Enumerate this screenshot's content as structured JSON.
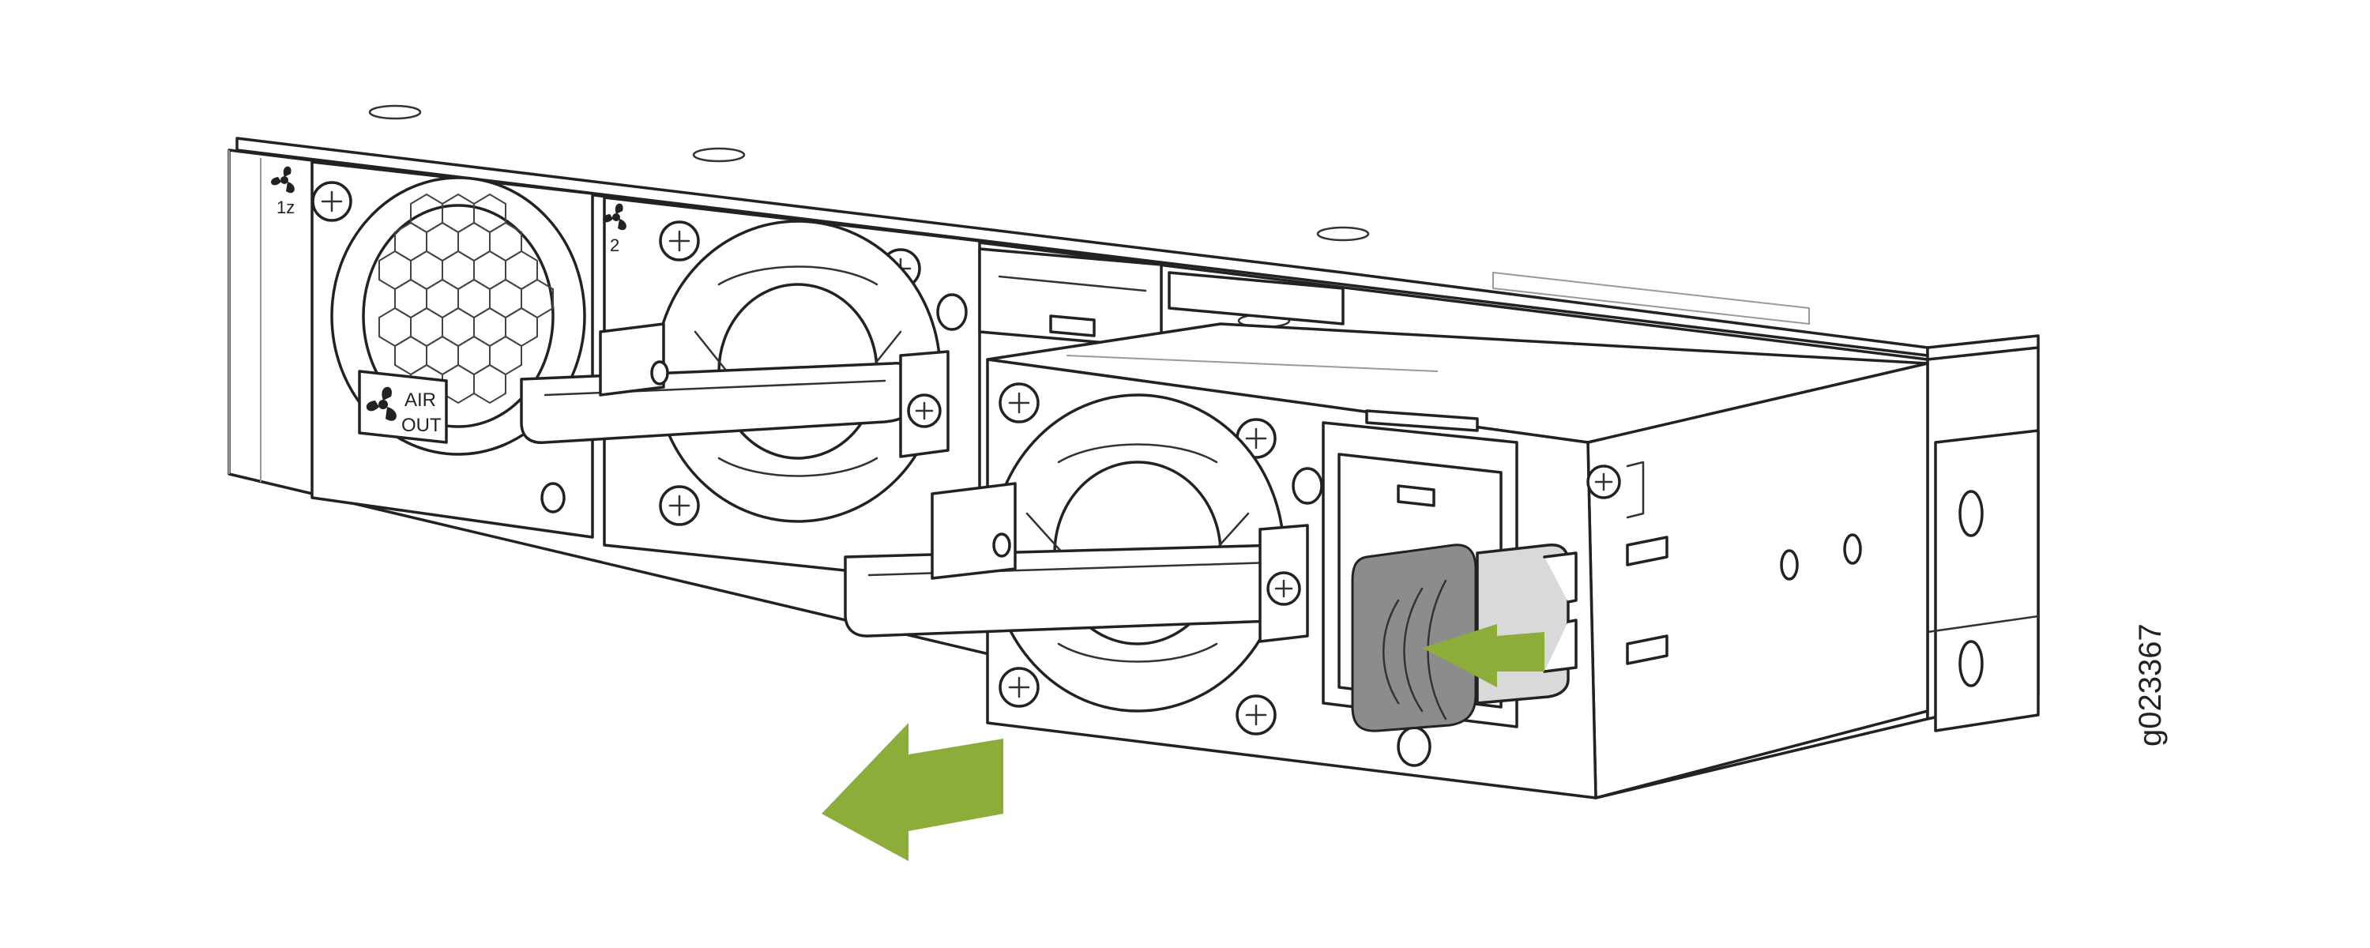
{
  "figure": {
    "id_label": "g023367"
  },
  "slot_labels": {
    "fan_slot_1": "1z",
    "fan_slot_2": "2"
  },
  "airflow_label": {
    "line1": "AIR",
    "line2": "OUT"
  },
  "colors": {
    "arrow_green": "#8cad3a",
    "latch_gray": "#8c8c8c",
    "line": "#222222"
  },
  "icons": [
    "fan-icon",
    "screw-icon",
    "removal-arrow-icon",
    "push-latch-arrow-icon"
  ]
}
